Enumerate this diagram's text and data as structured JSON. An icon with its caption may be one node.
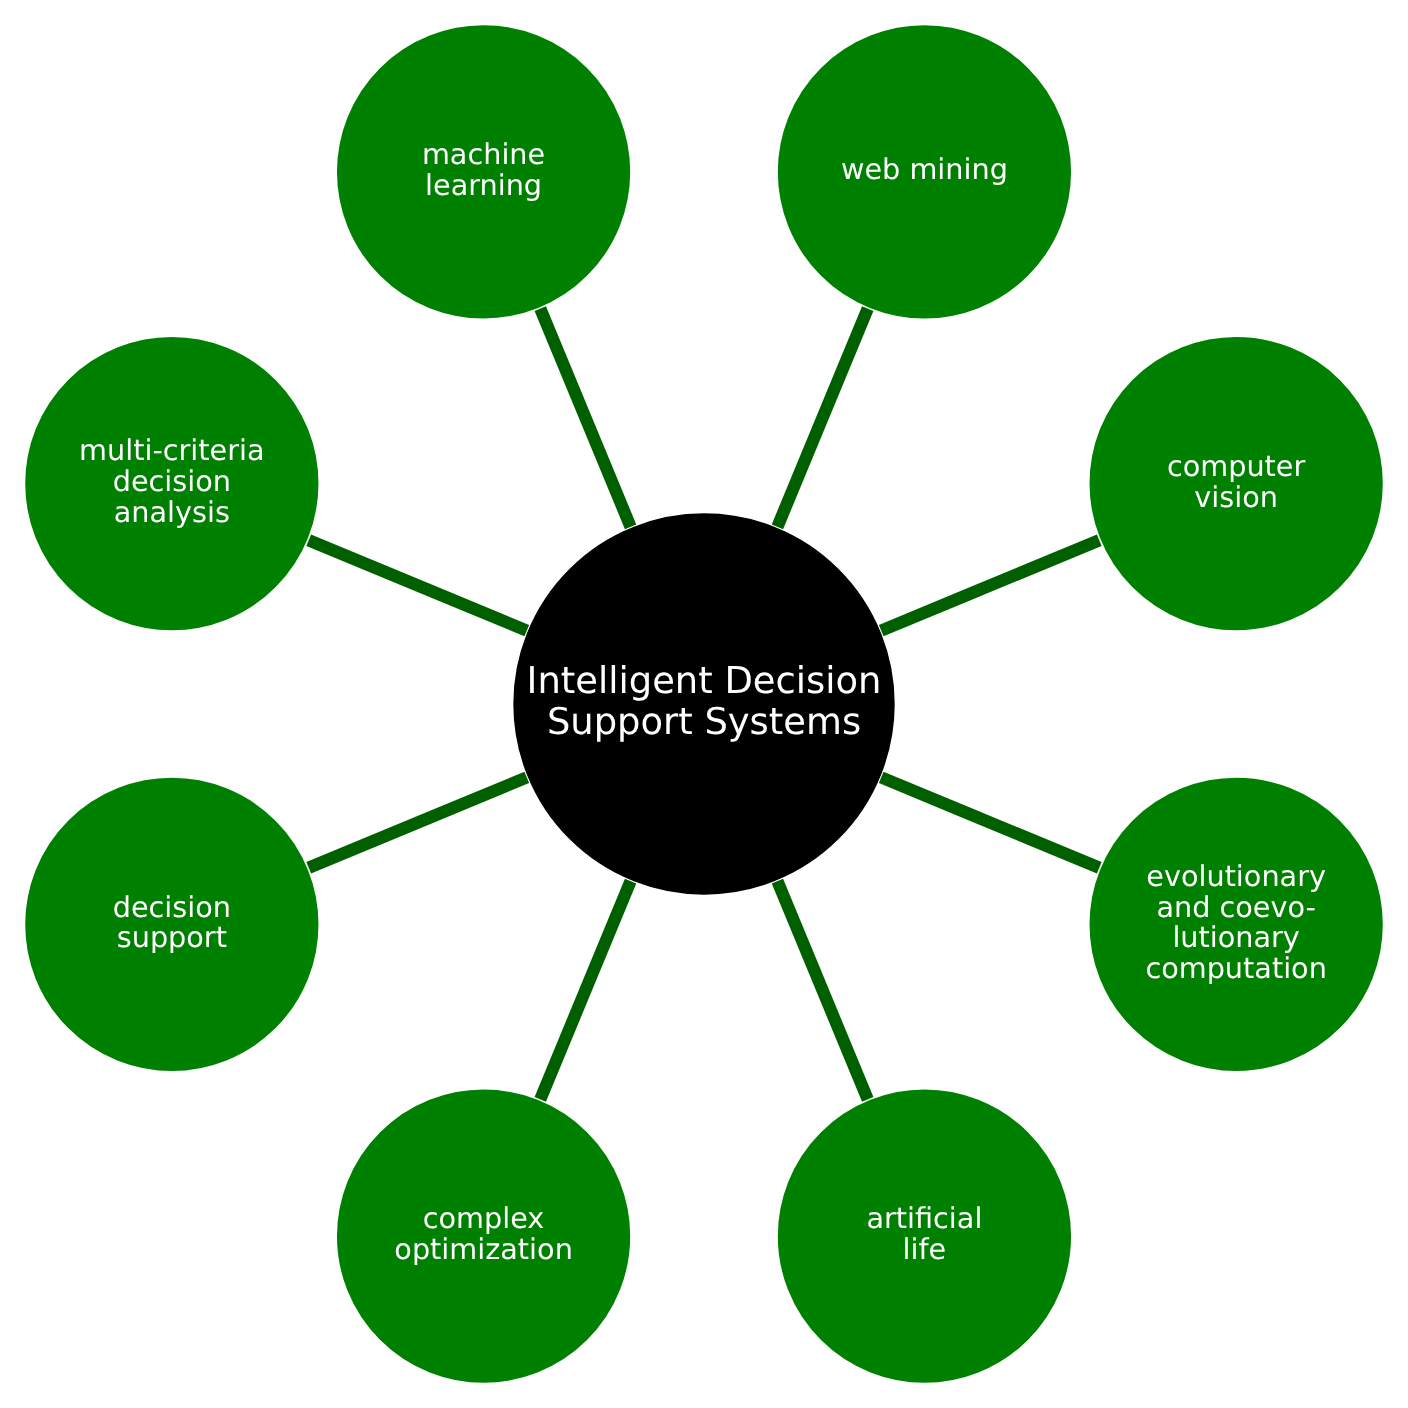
{
  "diagram": {
    "nodes": [
      {
        "text": [
          "Intelligent Decision Support Systems"
        ]
      },
      {
        "text": [
          "computer vision"
        ]
      },
      {
        "text": [
          "web mining"
        ]
      },
      {
        "text": [
          "machine learning"
        ]
      },
      {
        "text": [
          "multi-criteria decision analysis"
        ]
      },
      {
        "text": [
          "decision support"
        ]
      },
      {
        "text": [
          "complex optimization"
        ]
      },
      {
        "text": [
          "artificial life"
        ]
      },
      {
        "text": [
          "evolutionary and coevo- lutionary computation"
        ]
      }
    ],
    "edges": [
      {
        "from": 0,
        "to": 1,
        "arrow": "none"
      },
      {
        "from": 0,
        "to": 2,
        "arrow": "none"
      },
      {
        "from": 0,
        "to": 3,
        "arrow": "none"
      },
      {
        "from": 0,
        "to": 4,
        "arrow": "none"
      },
      {
        "from": 0,
        "to": 5,
        "arrow": "none"
      },
      {
        "from": 0,
        "to": 6,
        "arrow": "none"
      },
      {
        "from": 0,
        "to": 7,
        "arrow": "none"
      },
      {
        "from": 0,
        "to": 8,
        "arrow": "none"
      }
    ]
  }
}
